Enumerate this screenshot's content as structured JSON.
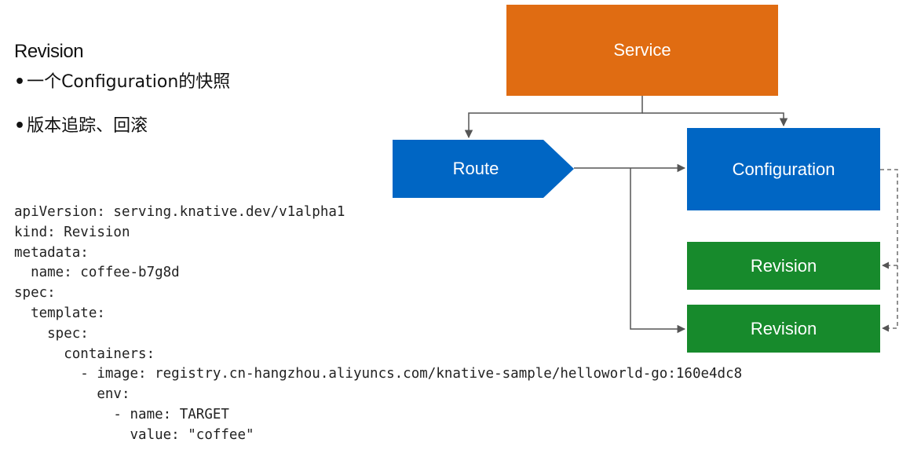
{
  "heading": "Revision",
  "bullets": [
    {
      "dot": "•",
      "text": "一个Configuration的快照"
    },
    {
      "dot": "•",
      "text": "版本追踪、回滚"
    }
  ],
  "yaml": "apiVersion: serving.knative.dev/v1alpha1\nkind: Revision\nmetadata:\n  name: coffee-b7g8d\nspec:\n  template:\n    spec:\n      containers:\n        - image: registry.cn-hangzhou.aliyuncs.com/knative-sample/helloworld-go:160e4dc8\n          env:\n            - name: TARGET\n              value: \"coffee\"",
  "diagram": {
    "service": "Service",
    "route": "Route",
    "configuration": "Configuration",
    "revisions": [
      "Revision",
      "Revision"
    ]
  },
  "colors": {
    "service": "#e06c12",
    "route": "#0066c4",
    "configuration": "#0066c4",
    "revision": "#178a2c",
    "connector": "#555555"
  }
}
